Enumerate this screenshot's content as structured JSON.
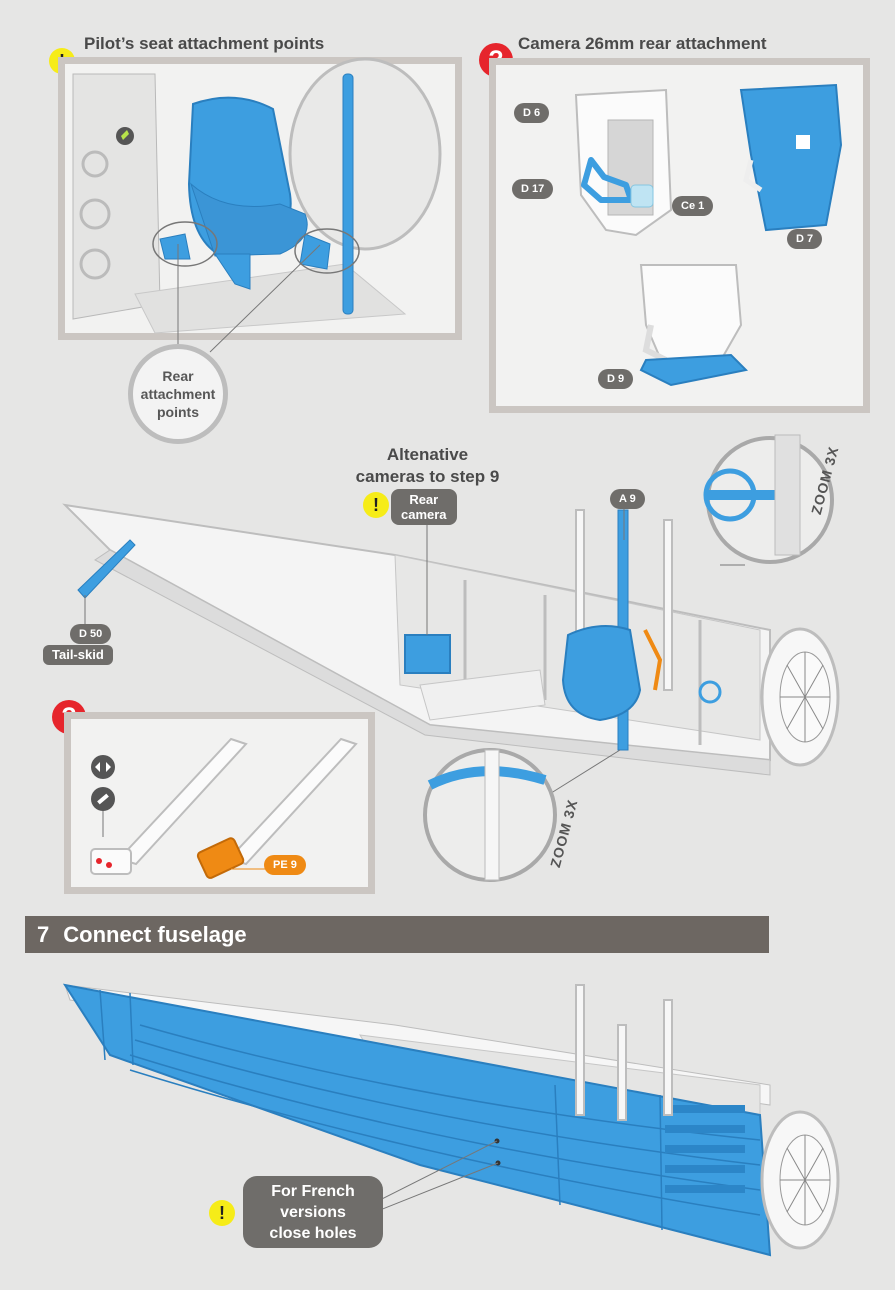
{
  "panels": {
    "seat": {
      "title": "Pilot’s seat attachment points",
      "warning": "!",
      "callout": "Rear attachment points"
    },
    "camera": {
      "title": "Camera 26mm rear attachment",
      "question": "?",
      "labels": {
        "d6": "D 6",
        "d17": "D 17",
        "ce1": "Ce 1",
        "d7": "D 7",
        "d9": "D 9"
      }
    },
    "alternative": {
      "title_line1": "Altenative",
      "title_line2": "cameras to step 9",
      "warning": "!",
      "rear_camera_line1": "Rear",
      "rear_camera_line2": "camera"
    },
    "fuselage_interior": {
      "labels": {
        "d50": "D 50",
        "tail_skid": "Tail-skid",
        "a9": "A 9"
      },
      "zoom_top": "ZOOM  3X",
      "zoom_bottom": "ZOOM  3X"
    },
    "skid_options": {
      "question": "?",
      "pe9": "PE 9"
    }
  },
  "step": {
    "number": "7",
    "title": "Connect fuselage",
    "note_warning": "!",
    "note_line1": "For French",
    "note_line2": "versions",
    "note_line3": "close holes"
  },
  "colors": {
    "part_blue": "#3d9ee0",
    "frame_gray": "#cbc6c2",
    "label_gray": "#6f6d6a",
    "pe_orange": "#ef8a14",
    "step_bar": "#6d6762",
    "warning_yellow": "#f6ec18",
    "question_red": "#e6252c"
  },
  "icons": [
    "warning-icon",
    "question-icon",
    "double-arrow-icon",
    "knife-icon",
    "glue-icon"
  ]
}
